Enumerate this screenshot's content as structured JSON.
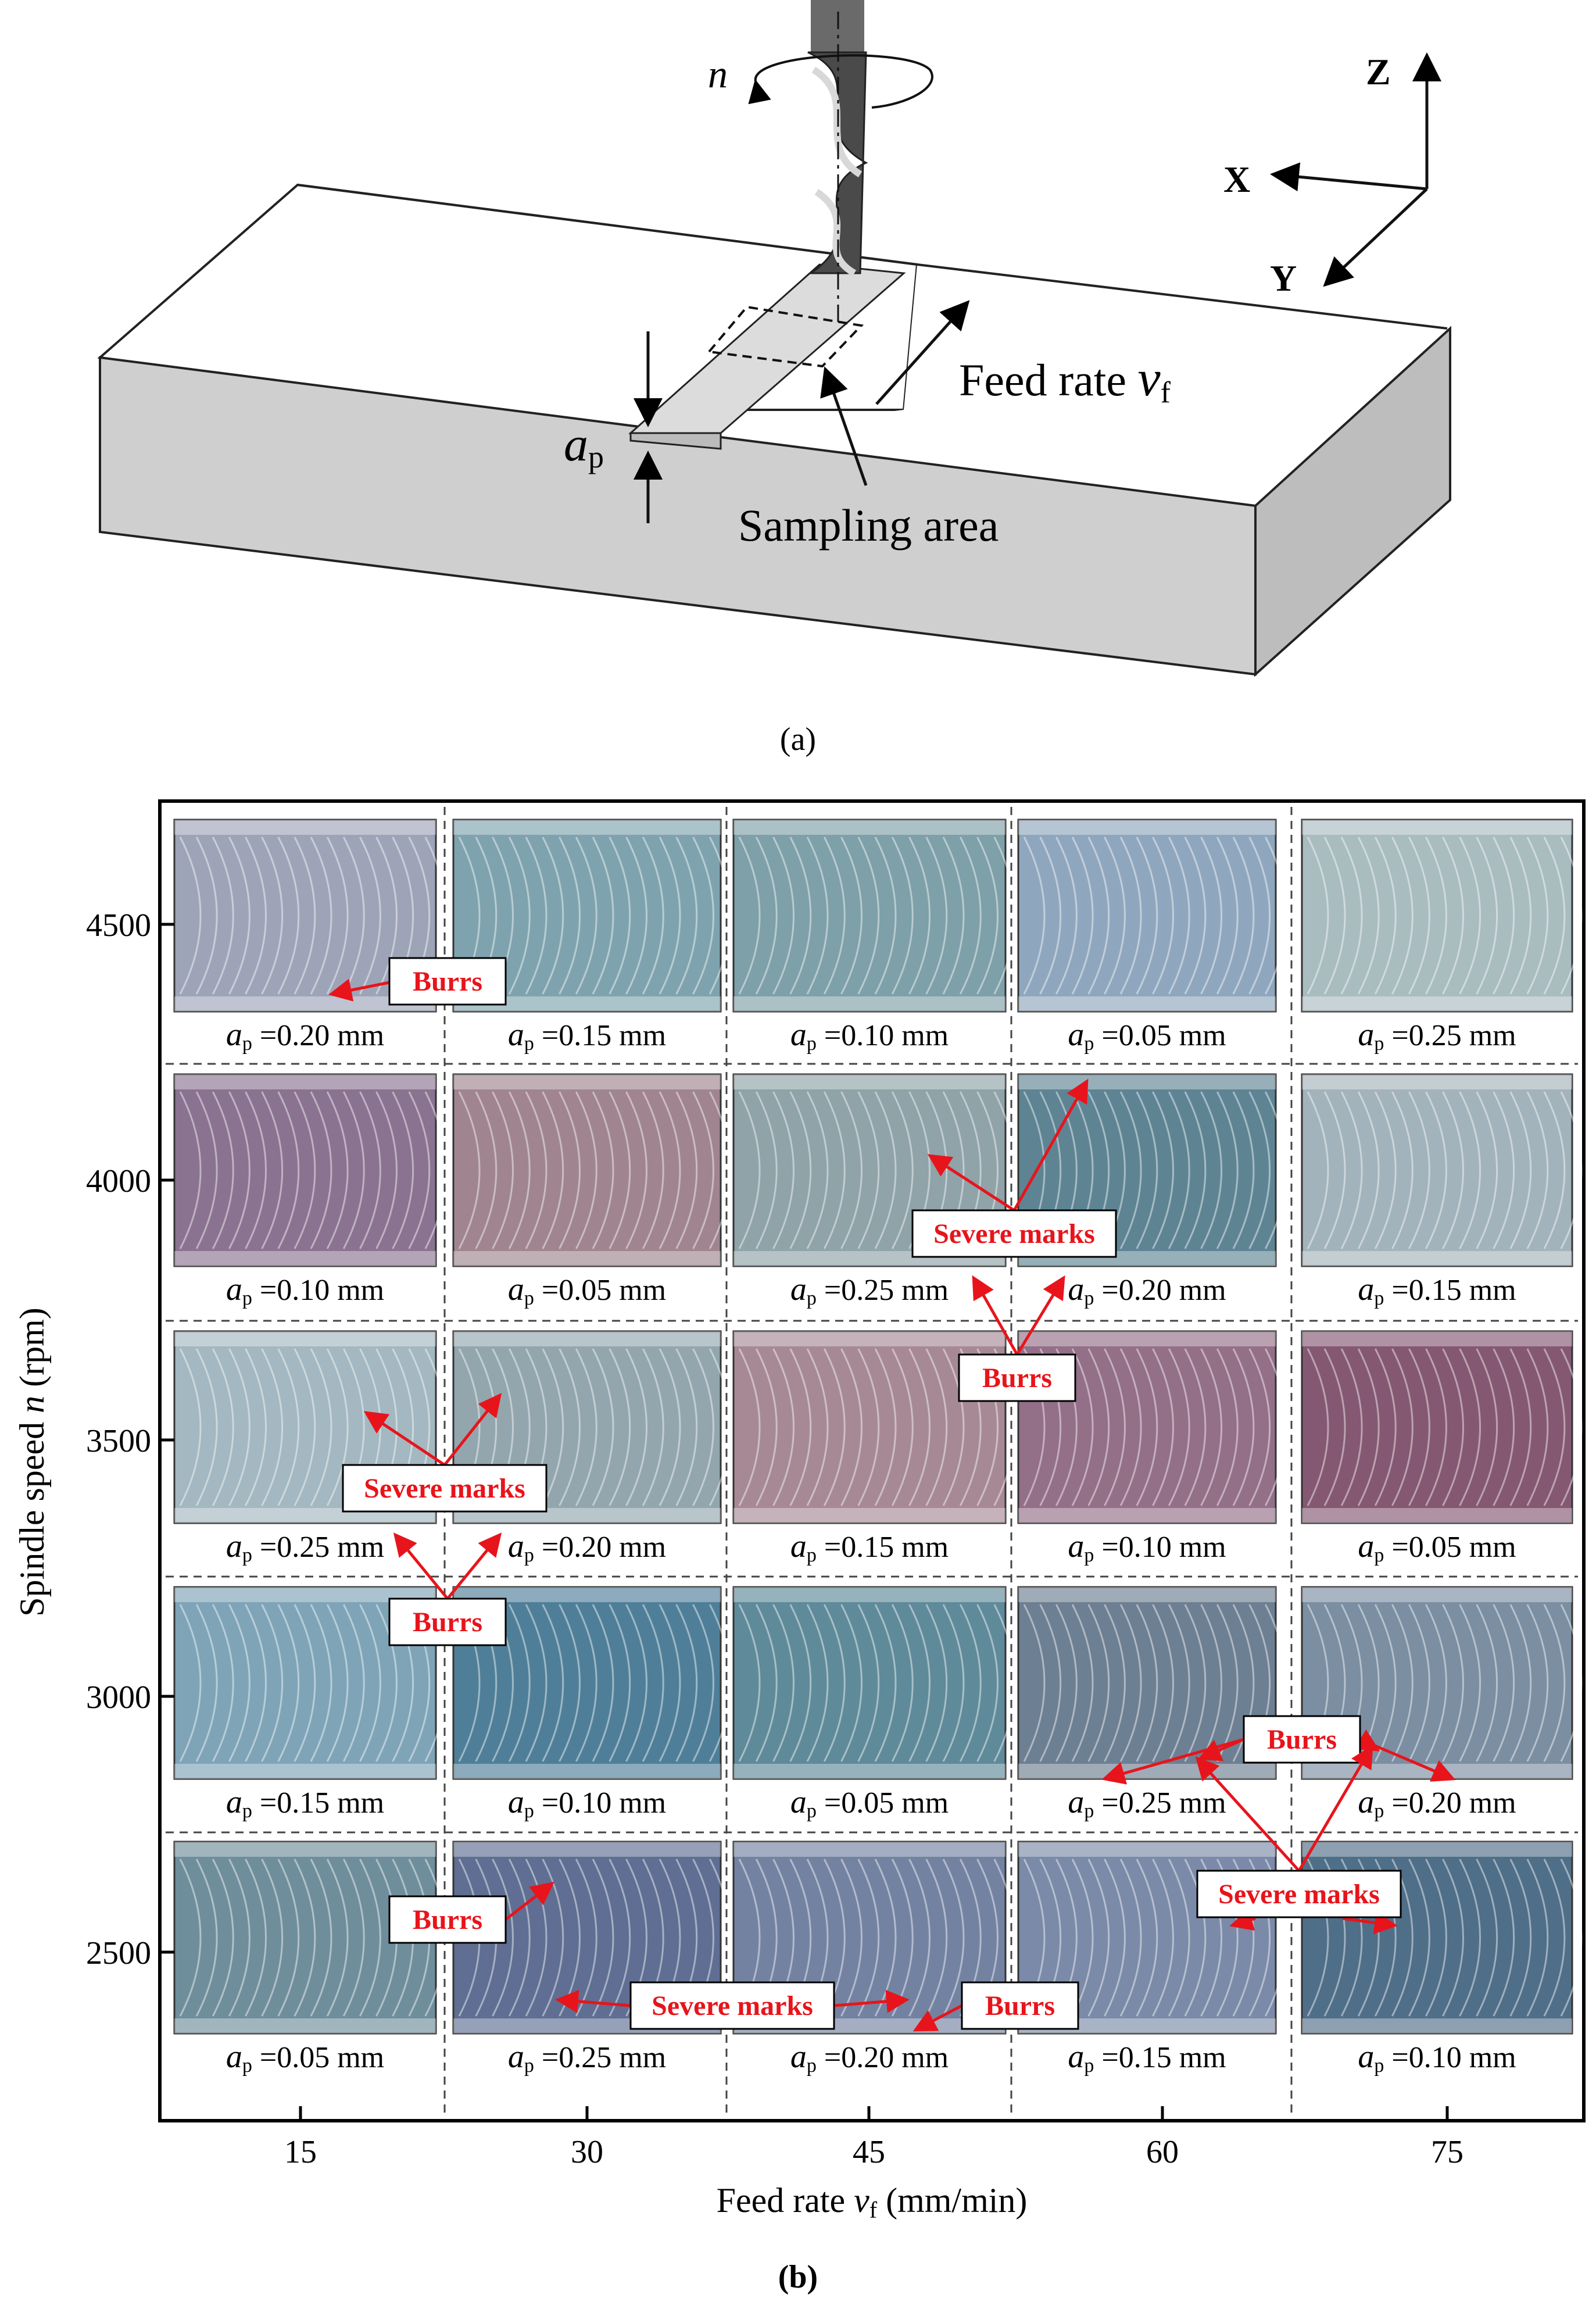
{
  "panel_a": {
    "caption": "(a)",
    "spindle_label": "n",
    "axes": {
      "z": "Z",
      "x": "X",
      "y": "Y"
    },
    "depth_label": {
      "main": "a",
      "sub": "p"
    },
    "feed_label": {
      "main": "Feed rate ",
      "var": "v",
      "sub": "f"
    },
    "sampling_label": "Sampling area"
  },
  "panel_b": {
    "caption": "(b)",
    "y_axis": {
      "label_a": "Spindle speed ",
      "label_var": "n",
      "label_b": " (rpm)",
      "ticks": [
        "4500",
        "4000",
        "3500",
        "3000",
        "2500"
      ]
    },
    "x_axis": {
      "label_a": "Feed rate ",
      "label_var": "v",
      "label_sub": "f",
      "label_b": " (mm/min)",
      "ticks": [
        "15",
        "30",
        "45",
        "60",
        "75"
      ]
    },
    "grid": [
      {
        "speed": "4500",
        "cells": [
          {
            "depth": "=0.20 mm",
            "tone": "#9ea4b8"
          },
          {
            "depth": "=0.15 mm",
            "tone": "#7fa3ae"
          },
          {
            "depth": "=0.10 mm",
            "tone": "#7ea0a8"
          },
          {
            "depth": "=0.05 mm",
            "tone": "#8fa7be"
          },
          {
            "depth": "=0.25 mm",
            "tone": "#a9bcc0"
          }
        ]
      },
      {
        "speed": "4000",
        "cells": [
          {
            "depth": "=0.10 mm",
            "tone": "#8a7391"
          },
          {
            "depth": "=0.05 mm",
            "tone": "#a08590"
          },
          {
            "depth": "=0.25 mm",
            "tone": "#8fa3a8"
          },
          {
            "depth": "=0.20 mm",
            "tone": "#5e8494"
          },
          {
            "depth": "=0.15 mm",
            "tone": "#a3b3bb"
          }
        ]
      },
      {
        "speed": "3500",
        "cells": [
          {
            "depth": "=0.25 mm",
            "tone": "#a3b8c0"
          },
          {
            "depth": "=0.20 mm",
            "tone": "#93a6ae"
          },
          {
            "depth": "=0.15 mm",
            "tone": "#a78996"
          },
          {
            "depth": "=0.10 mm",
            "tone": "#946f88"
          },
          {
            "depth": "=0.05 mm",
            "tone": "#845872"
          }
        ]
      },
      {
        "speed": "3000",
        "cells": [
          {
            "depth": "=0.15 mm",
            "tone": "#7fa4b8"
          },
          {
            "depth": "=0.10 mm",
            "tone": "#4f7f98"
          },
          {
            "depth": "=0.05 mm",
            "tone": "#5f8a9a"
          },
          {
            "depth": "=0.25 mm",
            "tone": "#6d7f92"
          },
          {
            "depth": "=0.20 mm",
            "tone": "#7b8ea2"
          }
        ]
      },
      {
        "speed": "2500",
        "cells": [
          {
            "depth": "=0.05 mm",
            "tone": "#6f8e9c"
          },
          {
            "depth": "=0.25 mm",
            "tone": "#5f6e92"
          },
          {
            "depth": "=0.20 mm",
            "tone": "#7482a2"
          },
          {
            "depth": "=0.15 mm",
            "tone": "#7b8aa8"
          },
          {
            "depth": "=0.10 mm",
            "tone": "#4f6e88"
          }
        ]
      }
    ],
    "callouts": {
      "burrs": "Burrs",
      "severe_marks": "Severe marks"
    },
    "colors": {
      "callout": "#e8141b",
      "border": "#000000",
      "divider": "#444444"
    }
  }
}
